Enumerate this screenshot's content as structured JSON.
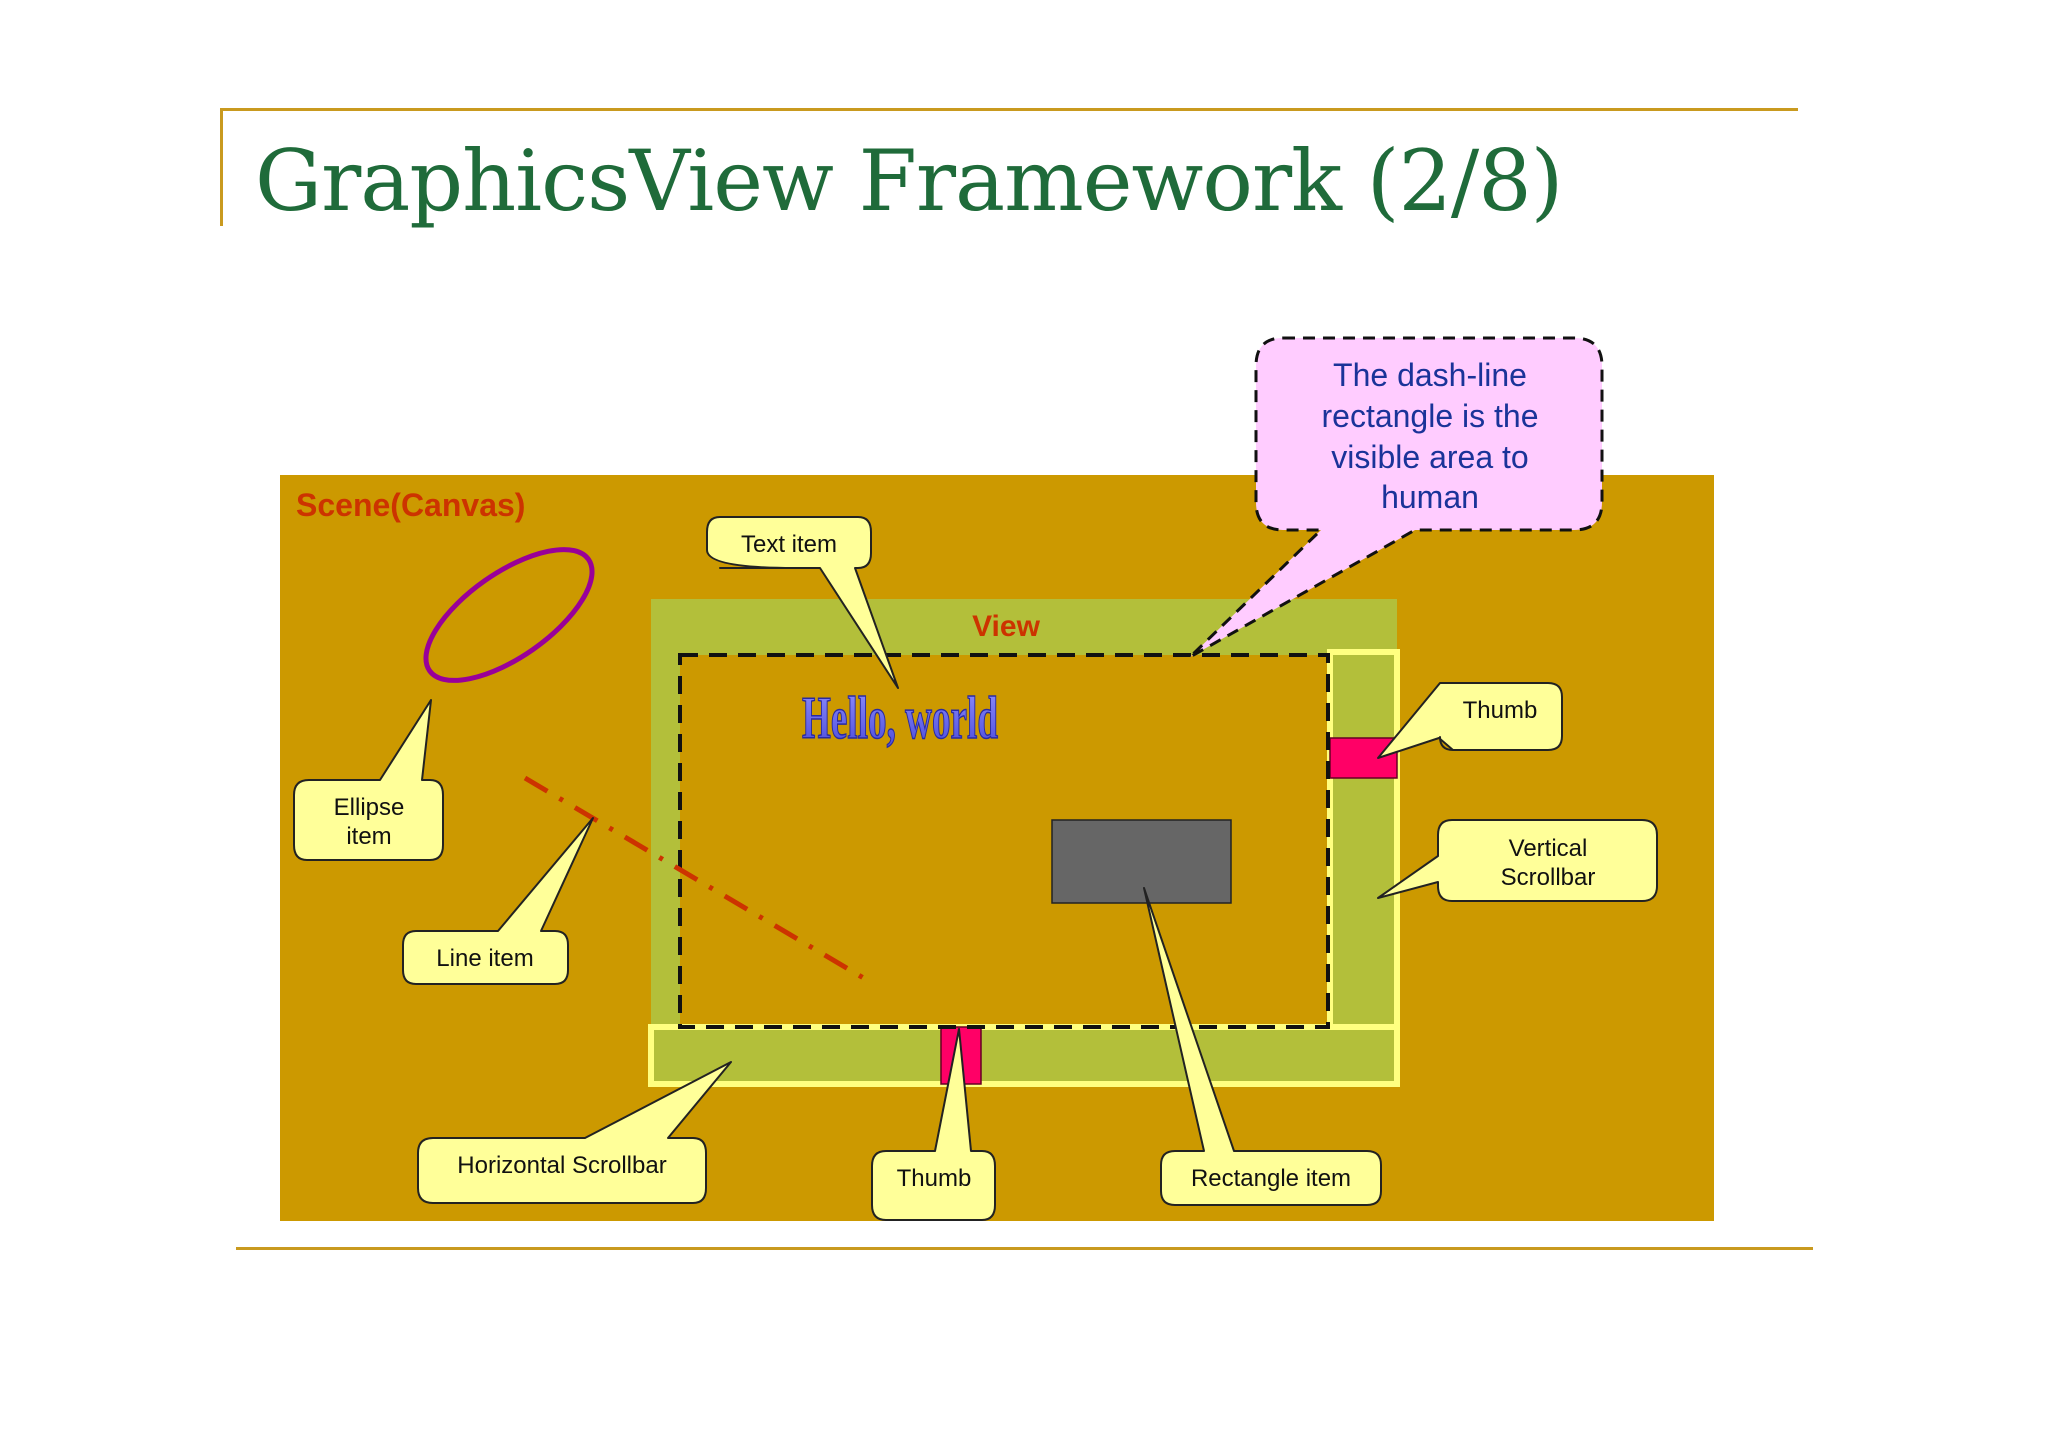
{
  "slide": {
    "title": "GraphicsView Framework (2/8)"
  },
  "diagram": {
    "scene_label": "Scene(Canvas)",
    "view_label": "View",
    "hello_text": "Hello, world",
    "callouts": {
      "text_item": "Text item",
      "ellipse_item_line1": "Ellipse",
      "ellipse_item_line2": "item",
      "line_item": "Line item",
      "thumb_vertical": "Thumb",
      "vertical_scrollbar_line1": "Vertical",
      "vertical_scrollbar_line2": "Scrollbar",
      "horizontal_scrollbar": "Horizontal Scrollbar",
      "thumb_horizontal": "Thumb",
      "rectangle_item": "Rectangle item"
    },
    "note": {
      "line1": "The dash-line",
      "line2": "rectangle is the",
      "line3": "visible area to",
      "line4": "human"
    },
    "colors": {
      "scene": "#cc9900",
      "view": "#b3bf3a",
      "scrollbar_border": "#ffff80",
      "thumb": "#ff0066",
      "ellipse": "#990099",
      "line": "#cc3300",
      "rectangle": "#666666",
      "callout_fill": "#ffff99",
      "note_fill": "#ffccff",
      "label_red": "#cc3300",
      "note_text": "#1a3399",
      "hello_fill": "#6666ff"
    }
  }
}
